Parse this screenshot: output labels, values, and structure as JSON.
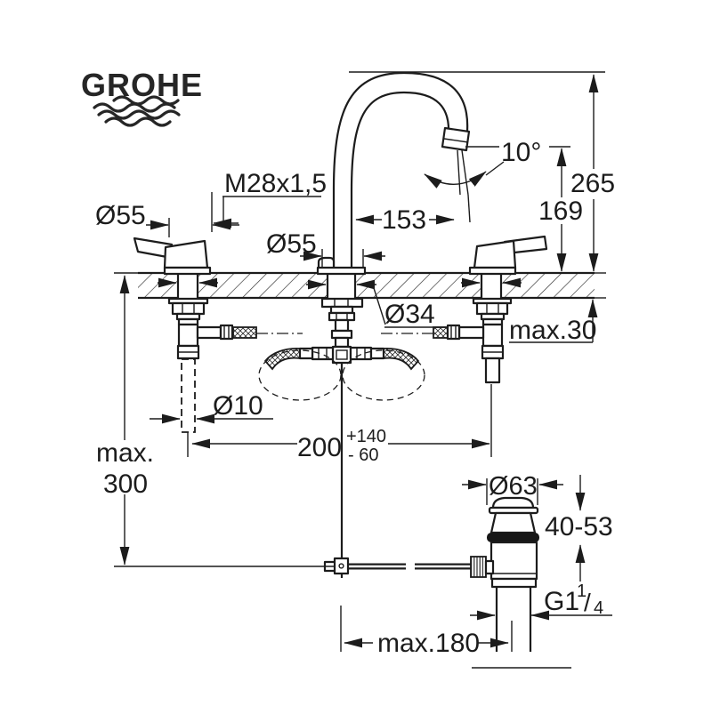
{
  "page": {
    "background": "#ffffff",
    "line_color": "#1c1c1c"
  },
  "logo": {
    "text": "GROHE"
  },
  "dimensions": {
    "thread_size": "M28x1,5",
    "left_escutcheon_diameter": "Ø55",
    "center_escutcheon_diameter": "Ø55",
    "spout_projection": "153",
    "spout_angle": "10°",
    "total_height": "265",
    "outlet_height": "169",
    "mounting_hole_diameter": "Ø34",
    "max_deck_thickness": "max.30",
    "supply_tube_diameter": "Ø10",
    "hole_distance": "200",
    "hole_distance_tolerance_plus": "+140",
    "hole_distance_tolerance_minus": "- 60",
    "max_mounting_depth_word": "max.",
    "max_mounting_depth_value": "300",
    "waste_flange_diameter": "Ø63",
    "waste_clamping_range": "40-53",
    "waste_thread_prefix": "G1",
    "waste_thread_numerator": "1",
    "waste_thread_slash": "/",
    "waste_thread_denominator": "4",
    "max_rod_length": "max.180"
  }
}
